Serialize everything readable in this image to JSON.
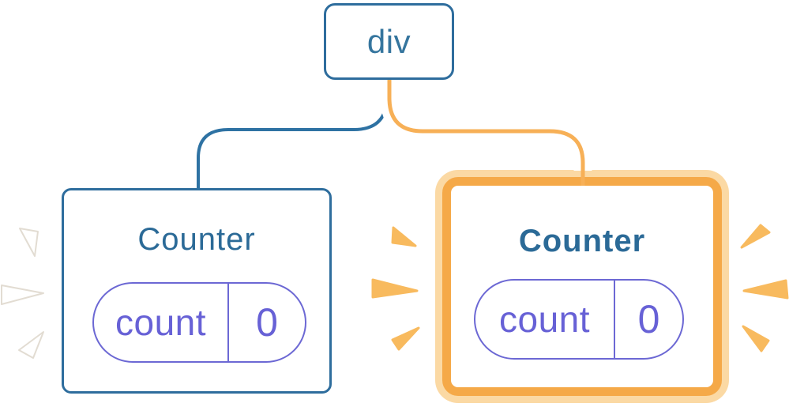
{
  "diagram": {
    "description_colors": {
      "node_border_blue": "#2E6D9D",
      "edge_blue": "#2E72A3",
      "edge_orange": "#F7B057",
      "highlight_border_orange": "#F5A948",
      "highlight_ring_peach": "#FBD9A4",
      "pill_indigo": "#6C68D4",
      "pill_text_indigo": "#6761D6",
      "title_blue": "#2B6A97",
      "spark_orange": "#F8BA5E",
      "spark_white": "#FFFFFF"
    },
    "tree": {
      "root": {
        "label": "div"
      },
      "children": [
        {
          "label": "Counter",
          "highlighted": false,
          "state": {
            "key": "count",
            "value": "0"
          }
        },
        {
          "label": "Counter",
          "highlighted": true,
          "state": {
            "key": "count",
            "value": "0"
          }
        }
      ]
    }
  }
}
